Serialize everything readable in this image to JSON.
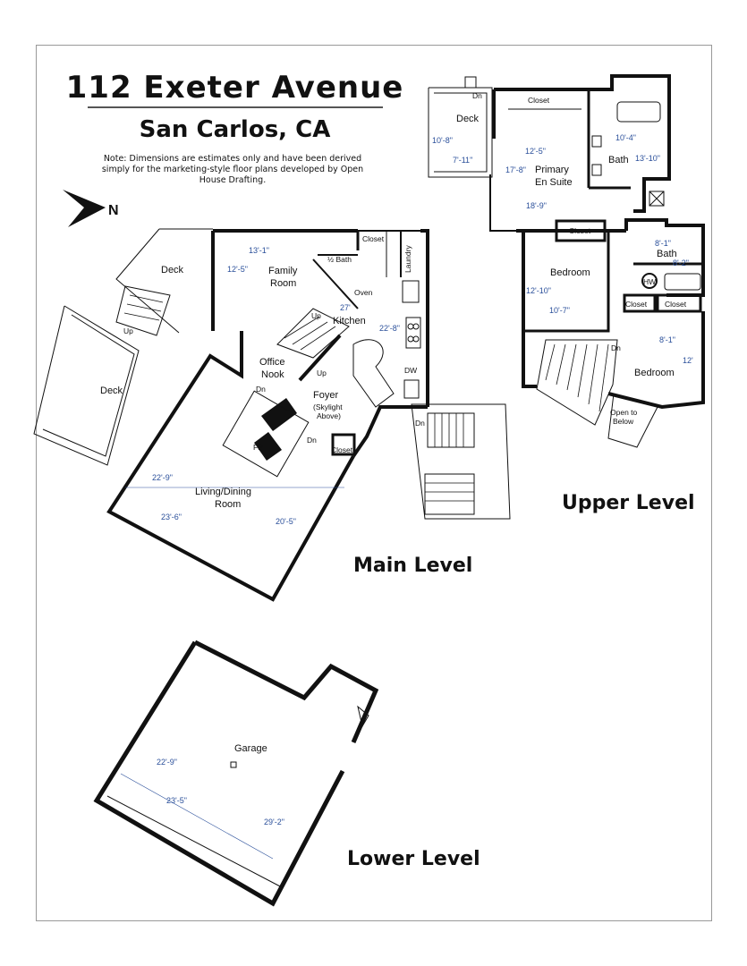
{
  "title": "112 Exeter Avenue",
  "subtitle": "San Carlos, CA",
  "note": "Note: Dimensions are estimates only and have been derived simply for the marketing-style floor plans developed by Open House Drafting.",
  "compass": "N",
  "levels": {
    "upper": "Upper Level",
    "main": "Main Level",
    "lower": "Lower Level"
  },
  "upper": {
    "deck": "Deck",
    "deck_dn": "Dn",
    "deck_w": "10'-8\"",
    "deck_l": "7'-11\"",
    "closet_top": "Closet",
    "suite1": "Primary",
    "suite2": "En Suite",
    "suite_w": "12'-5\"",
    "suite_l": "17'-8\"",
    "suite_d": "18'-9\"",
    "bath1": "Bath",
    "bath1_w": "10'-4\"",
    "bath1_l": "13'-10\"",
    "closet_mid": "Closet",
    "bedroom1": "Bedroom",
    "bedroom1_w": "12'-10\"",
    "bedroom1_l": "10'-7\"",
    "bath2": "Bath",
    "bath2_w": "8'-1\"",
    "bath2_l": "8'-2\"",
    "hw": "HW",
    "closet_a": "Closet",
    "closet_b": "Closet",
    "stair_dn": "Dn",
    "bedroom2": "Bedroom",
    "bedroom2_w": "8'-1\"",
    "bedroom2_l": "12'",
    "open1": "Open to",
    "open2": "Below"
  },
  "main": {
    "deck1": "Deck",
    "deck2": "Deck",
    "deck_up": "Up",
    "family1": "Family",
    "family2": "Room",
    "family_w": "13'-1\"",
    "family_l": "12'-5\"",
    "half_bath": "½ Bath",
    "closet_fam": "Closet",
    "laundry": "Laundry",
    "oven": "Oven",
    "kitchen": "Kitchen",
    "kitchen_w": "27'",
    "kitchen_l": "22'-8\"",
    "stair_up1": "Up",
    "stair_up2": "Up",
    "office1": "Office",
    "office2": "Nook",
    "dw": "DW",
    "foyer1": "Foyer",
    "foyer2": "(Skylight",
    "foyer3": "Above)",
    "dn1": "Dn",
    "dn2": "Dn",
    "dn3": "Dn",
    "fp": "FP",
    "closet_foyer": "Closet",
    "living1": "Living/Dining",
    "living2": "Room",
    "living_w": "22'-9\"",
    "living_l": "23'-6\"",
    "living_d": "20'-5\""
  },
  "lower": {
    "garage": "Garage",
    "garage_w": "22'-9\"",
    "garage_l": "23'-5\"",
    "garage_d": "29'-2\""
  }
}
